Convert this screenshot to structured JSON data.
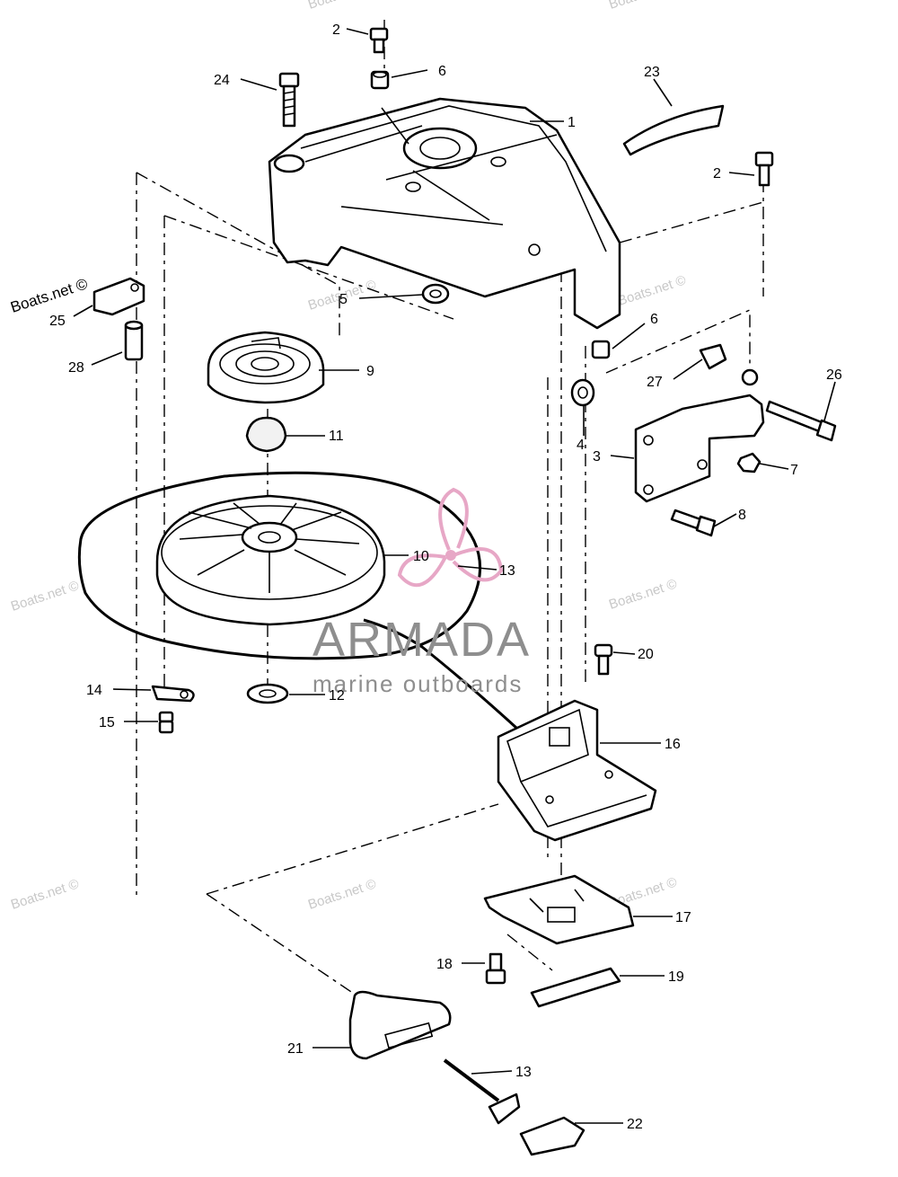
{
  "watermark": {
    "text": "Boats.net ©",
    "color": "#c8c8c8"
  },
  "brand": {
    "name": "ARMADA",
    "tagline": "marine outboards",
    "text_color": "#8e8e8e",
    "logo_color": "#e7a7c6"
  },
  "callouts": [
    {
      "id": "c2a",
      "label": "2"
    },
    {
      "id": "c6a",
      "label": "6"
    },
    {
      "id": "c24",
      "label": "24"
    },
    {
      "id": "c1",
      "label": "1"
    },
    {
      "id": "c23",
      "label": "23"
    },
    {
      "id": "c2b",
      "label": "2"
    },
    {
      "id": "c25",
      "label": "25"
    },
    {
      "id": "c5",
      "label": "5"
    },
    {
      "id": "c28",
      "label": "28"
    },
    {
      "id": "c6b",
      "label": "6"
    },
    {
      "id": "c9",
      "label": "9"
    },
    {
      "id": "c27",
      "label": "27"
    },
    {
      "id": "c26",
      "label": "26"
    },
    {
      "id": "c11",
      "label": "11"
    },
    {
      "id": "c4",
      "label": "4"
    },
    {
      "id": "c3",
      "label": "3"
    },
    {
      "id": "c7",
      "label": "7"
    },
    {
      "id": "c8",
      "label": "8"
    },
    {
      "id": "c10",
      "label": "10"
    },
    {
      "id": "c13a",
      "label": "13"
    },
    {
      "id": "c20",
      "label": "20"
    },
    {
      "id": "c14",
      "label": "14"
    },
    {
      "id": "c12",
      "label": "12"
    },
    {
      "id": "c15",
      "label": "15"
    },
    {
      "id": "c16",
      "label": "16"
    },
    {
      "id": "c17",
      "label": "17"
    },
    {
      "id": "c18",
      "label": "18"
    },
    {
      "id": "c19",
      "label": "19"
    },
    {
      "id": "c21",
      "label": "21"
    },
    {
      "id": "c13b",
      "label": "13"
    },
    {
      "id": "c22",
      "label": "22"
    }
  ]
}
